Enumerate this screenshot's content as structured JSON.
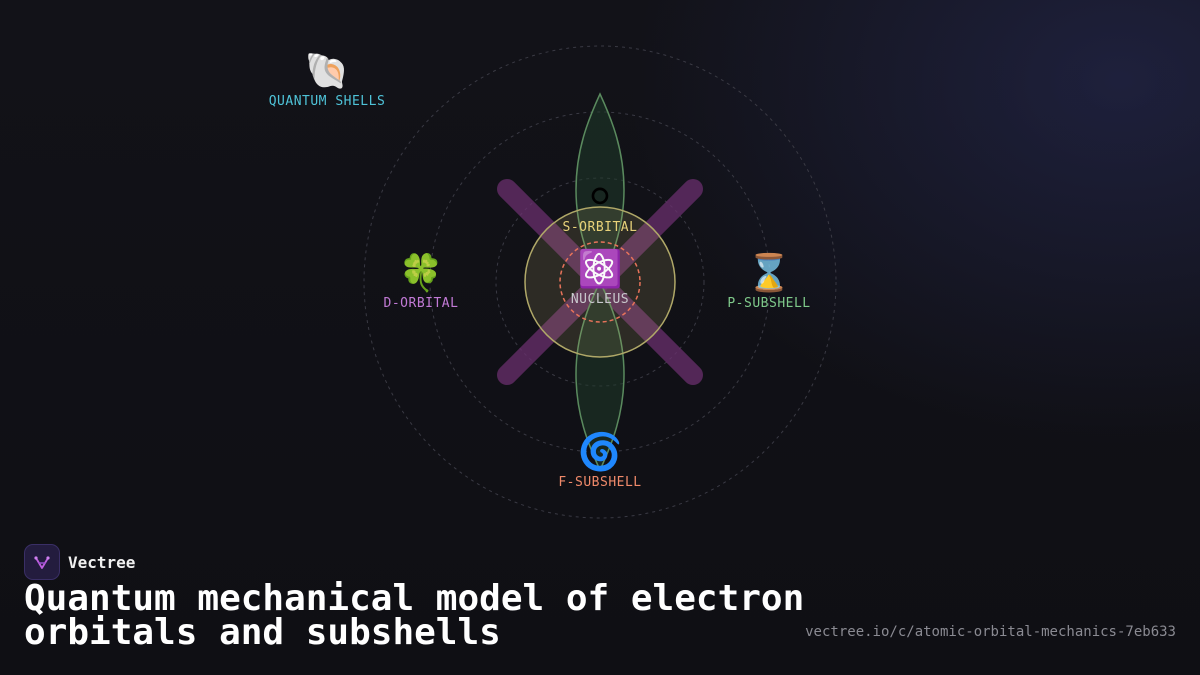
{
  "diagram": {
    "center_node": {
      "label": "NUCLEUS",
      "icon": "atom-icon",
      "glyph": "⚛️",
      "color": "#b0a868"
    },
    "nodes": [
      {
        "id": "s-orbital",
        "label": "S-ORBITAL",
        "icon": "white-circle-icon",
        "glyph": "⚪",
        "color": "#e8d27a"
      },
      {
        "id": "p-subshell",
        "label": "P-SUBSHELL",
        "icon": "hourglass-icon",
        "glyph": "⌛",
        "color": "#7fc98a"
      },
      {
        "id": "d-orbital",
        "label": "D-ORBITAL",
        "icon": "four-leaf-clover-icon",
        "glyph": "🍀",
        "color": "#c27ad6"
      },
      {
        "id": "f-subshell",
        "label": "F-SUBSHELL",
        "icon": "spiral-icon",
        "glyph": "🌀",
        "color": "#f08a6a"
      },
      {
        "id": "quantum-shells",
        "label": "QUANTUM SHELLS",
        "icon": "spiral-shell-icon",
        "glyph": "🐚",
        "color": "#4fc3d8"
      }
    ],
    "colors": {
      "p_lobe": "#5a8a5e",
      "d_lobe": "#6a2f6e",
      "nucleus_ring": "#b0a868",
      "nucleus_dash": "#e8735a"
    }
  },
  "brand": {
    "name": "Vectree",
    "logo_icon": "vectree-logo-icon"
  },
  "headline": "Quantum mechanical model of electron orbitals and subshells",
  "url": "vectree.io/c/atomic-orbital-mechanics-7eb633"
}
